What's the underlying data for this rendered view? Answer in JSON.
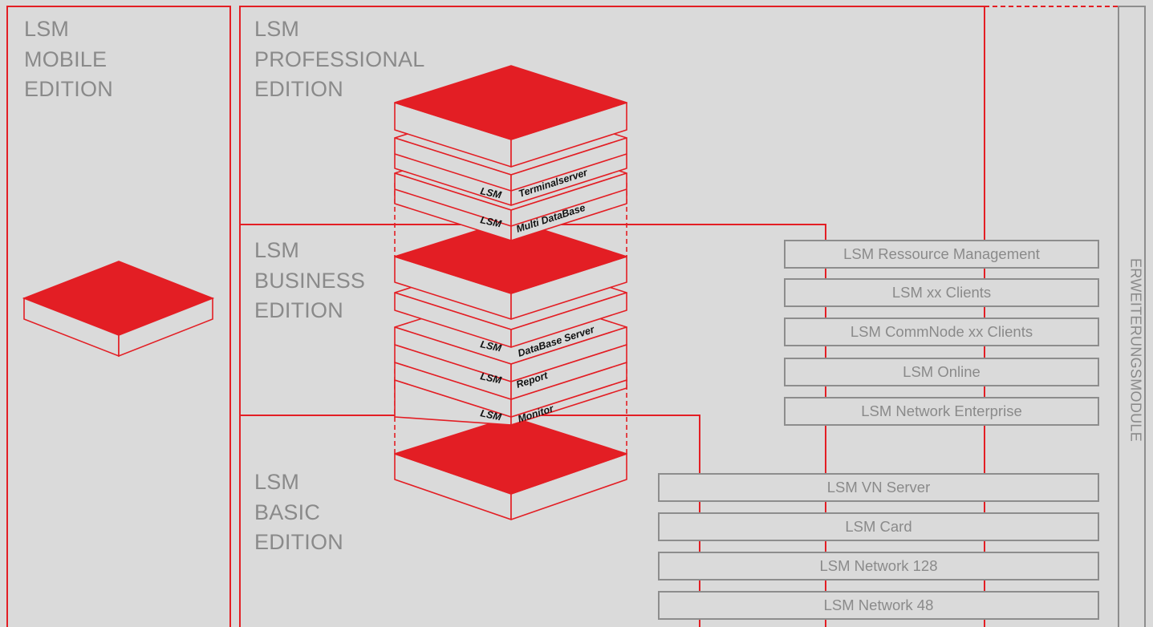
{
  "editions": {
    "mobile": [
      "LSM",
      "MOBILE",
      "EDITION"
    ],
    "professional": [
      "LSM",
      "PROFESSIONAL",
      "EDITION"
    ],
    "business": [
      "LSM",
      "BUSINESS",
      "EDITION"
    ],
    "basic": [
      "LSM",
      "BASIC",
      "EDITION"
    ]
  },
  "stack_layers": [
    {
      "prefix": "LSM",
      "name": "Terminalserver"
    },
    {
      "prefix": "LSM",
      "name": "Multi DataBase"
    },
    {
      "prefix": "LSM",
      "name": "DataBase Server"
    },
    {
      "prefix": "LSM",
      "name": "Report"
    },
    {
      "prefix": "LSM",
      "name": "Monitor"
    }
  ],
  "modules_upper": [
    "LSM Ressource Management",
    "LSM xx Clients",
    "LSM CommNode xx Clients",
    "LSM Online",
    "LSM Network Enterprise"
  ],
  "modules_lower": [
    "LSM VN Server",
    "LSM Card",
    "LSM Network 128",
    "LSM Network 48"
  ],
  "side_label": "ERWEITERUNGSMODULE",
  "colors": {
    "background": "#dadada",
    "accent": "#e31e24",
    "gray_line": "#8d8d8d",
    "text": "#8a8a8a"
  }
}
